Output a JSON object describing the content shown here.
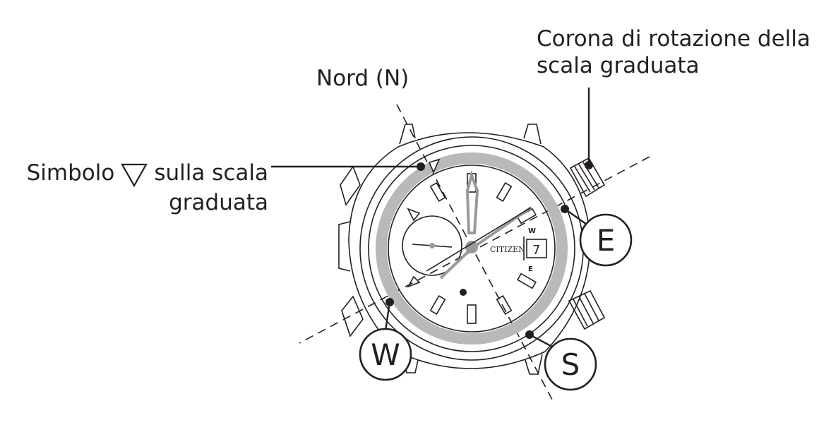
{
  "labels": {
    "corona_line1": "Corona di rotazione della",
    "corona_line2": "scala graduata",
    "nord": "Nord (N)",
    "simbolo_prefix": "Simbolo",
    "simbolo_suffix": "sulla scala",
    "simbolo_line2": "graduata"
  },
  "compass": {
    "east": "E",
    "west": "W",
    "south": "S"
  },
  "dial": {
    "brand": "CITIZEN",
    "date": "7",
    "small_w": "W",
    "small_e": "E"
  },
  "colors": {
    "ink": "#231f20",
    "ring": "#b9b9b9",
    "hand_gray": "#9a9a9a"
  },
  "icons": {
    "bezel_marker": "down-triangle-icon"
  }
}
